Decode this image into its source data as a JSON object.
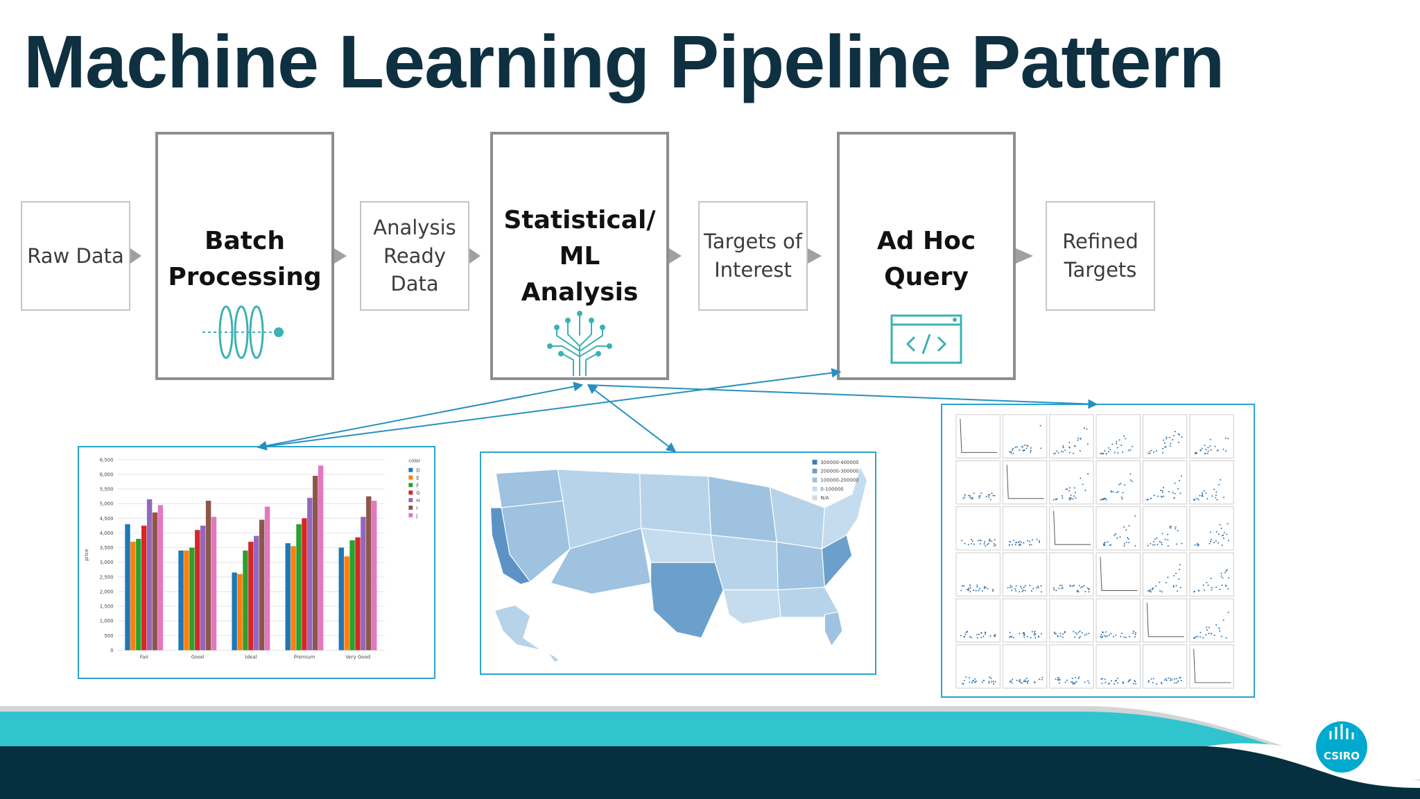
{
  "title": "Machine Learning Pipeline Pattern",
  "pipeline": {
    "raw_data": "Raw Data",
    "batch_processing": [
      "Batch",
      "Processing"
    ],
    "analysis_ready": [
      "Analysis",
      "Ready Data"
    ],
    "stat_ml": [
      "Statistical/",
      "ML",
      "Analysis"
    ],
    "targets_interest": [
      "Targets of",
      "Interest"
    ],
    "ad_hoc": [
      "Ad Hoc",
      "Query"
    ],
    "refined": [
      "Refined",
      "Targets"
    ],
    "icons": [
      "lens-icon",
      "brain-circuit-icon",
      "code-window-icon"
    ]
  },
  "chart_data": [
    {
      "type": "bar",
      "ylabel": "price",
      "legend_title": "color",
      "legend": "top-right",
      "categories": [
        "Fair",
        "Good",
        "Ideal",
        "Premium",
        "Very Good"
      ],
      "ylim": [
        0,
        6500
      ],
      "yticks": [
        "0",
        "500",
        "1,000",
        "1,500",
        "2,000",
        "2,500",
        "3,000",
        "3,500",
        "4,000",
        "4,500",
        "5,000",
        "5,500",
        "6,000",
        "6,500"
      ],
      "series": [
        {
          "name": "D",
          "color": "#1f77b4",
          "values": [
            4300,
            3400,
            2650,
            3650,
            3500
          ]
        },
        {
          "name": "E",
          "color": "#ff7f0e",
          "values": [
            3700,
            3400,
            2600,
            3550,
            3200
          ]
        },
        {
          "name": "F",
          "color": "#2ca02c",
          "values": [
            3800,
            3500,
            3400,
            4300,
            3750
          ]
        },
        {
          "name": "G",
          "color": "#d62728",
          "values": [
            4250,
            4100,
            3700,
            4500,
            3850
          ]
        },
        {
          "name": "H",
          "color": "#9467bd",
          "values": [
            5150,
            4250,
            3900,
            5200,
            4550
          ]
        },
        {
          "name": "I",
          "color": "#8c564b",
          "values": [
            4700,
            5100,
            4450,
            5950,
            5250
          ]
        },
        {
          "name": "J",
          "color": "#e377c2",
          "values": [
            4950,
            4550,
            4900,
            6300,
            5100
          ]
        }
      ]
    },
    {
      "type": "map",
      "legend": "top-right",
      "legend_entries": [
        {
          "label": "300000-400000",
          "color": "#3e7bb0"
        },
        {
          "label": "200000-300000",
          "color": "#6ba0cc"
        },
        {
          "label": "100000-200000",
          "color": "#9ec2e0"
        },
        {
          "label": "0-100000",
          "color": "#c4dcee"
        },
        {
          "label": "N/A",
          "color": "#d8d8d8"
        }
      ]
    },
    {
      "type": "scatter",
      "layout": "scatter-matrix",
      "rows": 6,
      "cols": 6,
      "color": "#2a6fab"
    }
  ],
  "footer": {
    "logo_text": "CSIRO"
  }
}
